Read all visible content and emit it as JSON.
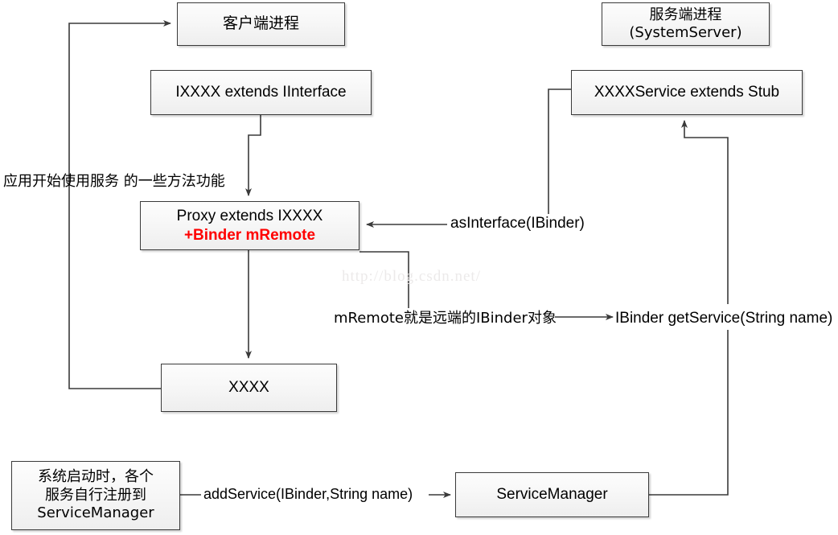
{
  "diagram": {
    "title": "Android Binder IPC architecture diagram",
    "watermark": "http://blog.csdn.net/",
    "colors": {
      "box_border": "#3a3a3a",
      "box_fill_top": "#fdfdfd",
      "box_fill_bottom": "#eeeeee",
      "line": "#3a3a3a",
      "accent_red": "#ff0000",
      "watermark_gray": "#eceaea",
      "background": "#ffffff"
    },
    "nodes": [
      {
        "id": "client",
        "label": "客户端进程"
      },
      {
        "id": "server",
        "label_line1": "服务端进程",
        "label_line2": "(SystemServer)"
      },
      {
        "id": "iinterface",
        "label": "IXXXX extends IInterface"
      },
      {
        "id": "stub",
        "label": "XXXXService extends Stub"
      },
      {
        "id": "proxy",
        "label_line1": "Proxy extends IXXXX",
        "label_line2": "+Binder mRemote"
      },
      {
        "id": "xxxx",
        "label": "XXXX"
      },
      {
        "id": "regnote",
        "label_line1": "系统启动时，各个",
        "label_line2": "服务自行注册到",
        "label_line3": "ServiceManager"
      },
      {
        "id": "servicemanager",
        "label": "ServiceManager"
      }
    ],
    "edge_labels": {
      "app_use_line1": "应用开始使用服务",
      "app_use_line2": "的一些方法功能",
      "as_interface": "asInterface(IBinder)",
      "mremote_note": "mRemote就是远端的IBinder对象",
      "get_service": "IBinder getService(String name)",
      "add_service": "addService(IBinder,String name)"
    }
  }
}
